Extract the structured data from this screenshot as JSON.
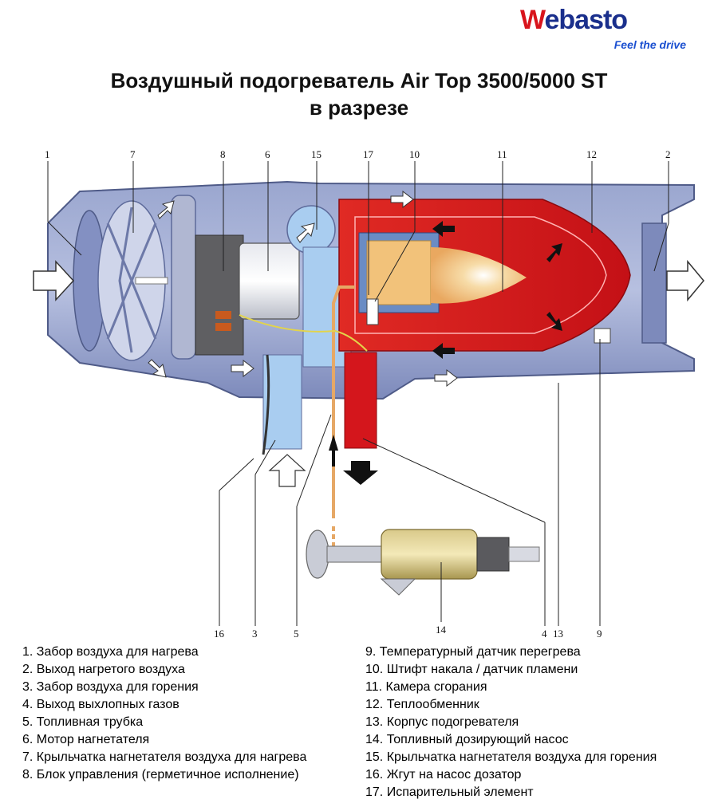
{
  "logo": {
    "brand_initial": "W",
    "brand_rest": "ebasto",
    "tagline": "Feel the drive"
  },
  "title": {
    "line1": "Воздушный подогреватель Air Top 3500/5000 ST",
    "line2": "в разрезе"
  },
  "callouts": [
    "1",
    "7",
    "8",
    "6",
    "15",
    "17",
    "10",
    "11",
    "12",
    "2",
    "16",
    "3",
    "5",
    "14",
    "4",
    "13",
    "9"
  ],
  "legend_left": [
    "1. Забор воздуха для нагрева",
    "2. Выход нагретого воздуха",
    "3. Забор воздуха для горения",
    "4. Выход выхлопных газов",
    "5. Топливная трубка",
    "6. Мотор нагнетателя",
    "7. Крыльчатка нагнетателя воздуха для нагрева",
    "8. Блок управления (герметичное исполнение)"
  ],
  "legend_right": [
    "9. Температурный датчик перегрева",
    "10. Штифт накала / датчик пламени",
    "11. Камера сгорания",
    "12. Теплообменник",
    "13. Корпус подогревателя",
    "14. Топливный дозирующий насос",
    "15. Крыльчатка нагнетателя воздуха для горения",
    "16. Жгут на насос дозатор",
    "17. Испарительный элемент"
  ],
  "colors": {
    "housing": "#8e9bc6",
    "housing_dark": "#5d6a9a",
    "combustion_red": "#d4161c",
    "flame": "#f2c27a",
    "air_blue": "#a9cdf0",
    "brand_blue": "#1a2f8c",
    "brand_red": "#d8141c"
  }
}
